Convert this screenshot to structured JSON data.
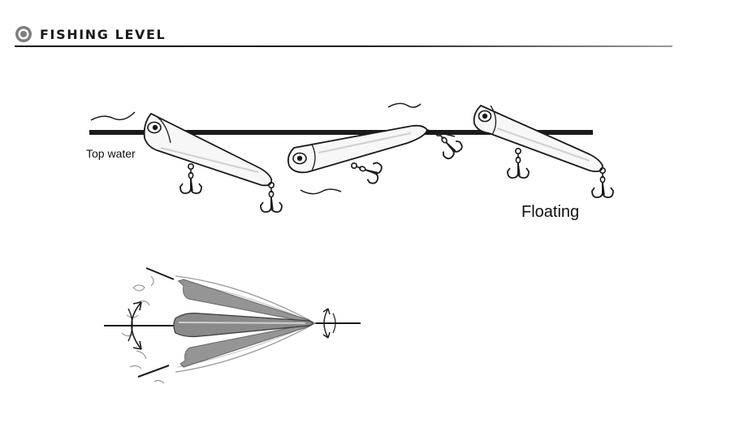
{
  "header": {
    "title": "FISHING LEVEL",
    "icon": "target-ring-icon"
  },
  "labels": {
    "top_water": "Top water",
    "floating": "Floating"
  },
  "colors": {
    "ink": "#1a1a1a",
    "lure_fill": "#f7f7f7",
    "splash_band": "#8a8a8a",
    "header_icon": "#808080"
  },
  "diagram": {
    "upper_panel": "water-line-with-three-popper-lures",
    "lower_panel": "popper-action-top-view"
  }
}
